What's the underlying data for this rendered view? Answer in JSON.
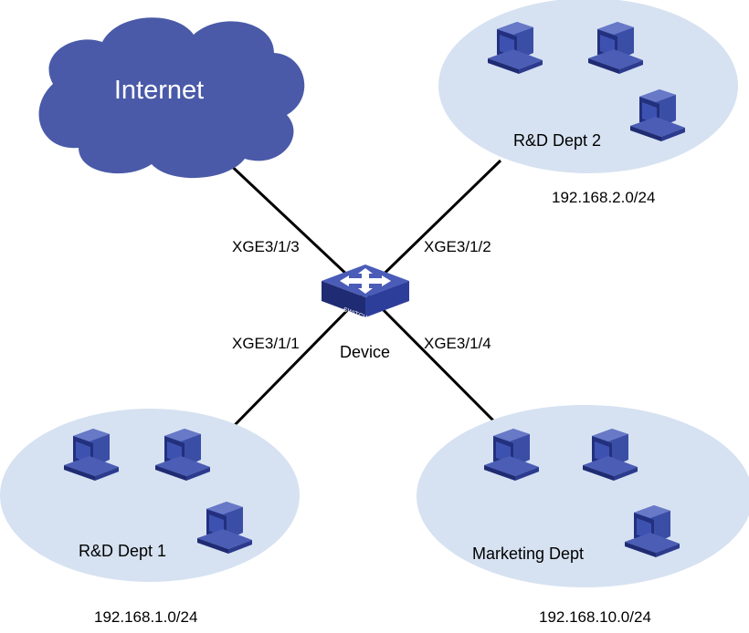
{
  "cloud": {
    "label": "Internet",
    "color": "#4a5aa8"
  },
  "device": {
    "label": "Device",
    "badge": "SWITCH",
    "color": "#2d3e9a"
  },
  "ports": {
    "internet": "XGE3/1/3",
    "rd2": "XGE3/1/2",
    "rd1": "XGE3/1/1",
    "marketing": "XGE3/1/4"
  },
  "groups": {
    "rd2": {
      "name": "R&D Dept 2",
      "subnet": "192.168.2.0/24"
    },
    "rd1": {
      "name": "R&D Dept 1",
      "subnet": "192.168.1.0/24"
    },
    "marketing": {
      "name": "Marketing Dept",
      "subnet": "192.168.10.0/24"
    }
  },
  "colors": {
    "ellipse": "#d6e2f1",
    "pc": "#2d3f9c",
    "link": "#000000"
  }
}
